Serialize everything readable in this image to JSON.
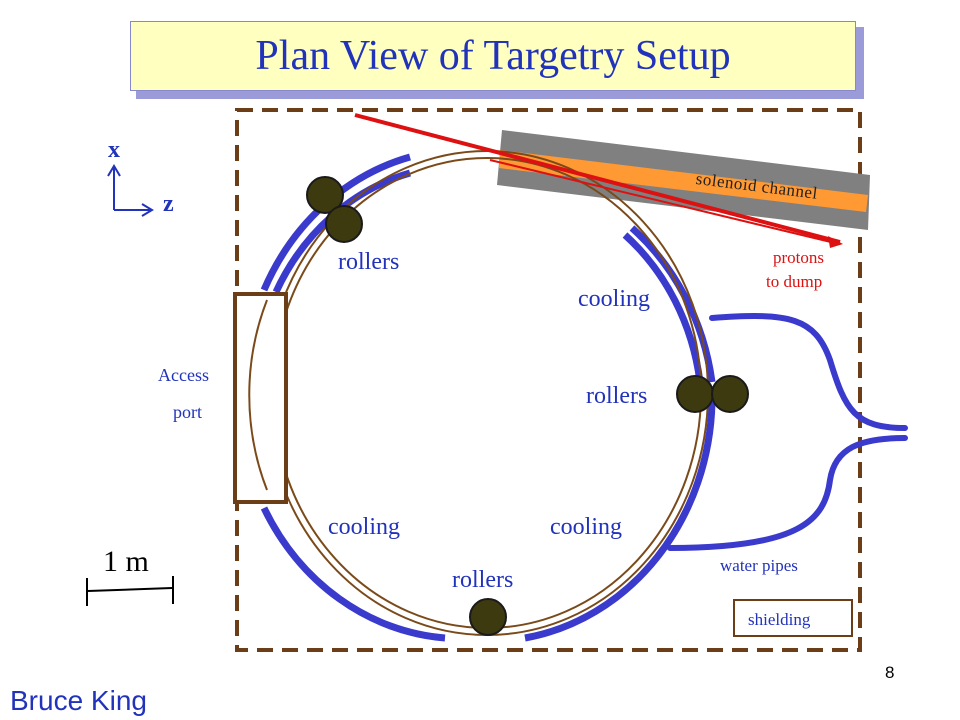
{
  "title": "Plan View of Targetry Setup",
  "axes": {
    "x_label": "x",
    "z_label": "z"
  },
  "labels": {
    "rollers_top": "rollers",
    "rollers_right": "rollers",
    "rollers_bottom": "rollers",
    "cooling_top_right": "cooling",
    "cooling_bottom_left": "cooling",
    "cooling_bottom_right": "cooling",
    "access_port_line1": "Access",
    "access_port_line2": "port",
    "solenoid_channel": "solenoid channel",
    "protons_line1": "protons",
    "protons_line2": "to dump",
    "water_pipes": "water pipes",
    "shielding": "shielding",
    "scale": "1 m"
  },
  "footer": {
    "author": "Bruce King",
    "page_number": "8"
  },
  "colors": {
    "title_text": "#2233bb",
    "title_bg": "#ffffc0",
    "cooling_blue": "#3a3acc",
    "ring_brown": "#7a4a1a",
    "shielding_brown": "#6b3e17",
    "roller_fill": "#3d3a10",
    "solenoid_gray": "#808080",
    "solenoid_orange": "#ff9933",
    "proton_red": "#dd1111"
  }
}
